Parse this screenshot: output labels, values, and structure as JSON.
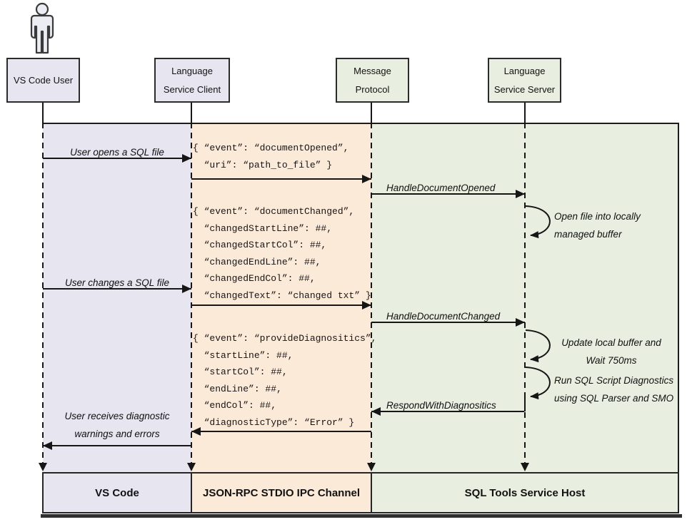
{
  "colors": {
    "lane_vscode": "#e7e6f0",
    "lane_ipc": "#fcead9",
    "lane_host": "#e9efe0"
  },
  "actors": {
    "user": {
      "label": "VS Code User"
    },
    "client": {
      "line1": "Language",
      "line2": "Service Client"
    },
    "protocol": {
      "line1": "Message",
      "line2": "Protocol"
    },
    "server": {
      "line1": "Language",
      "line2": "Service Server"
    }
  },
  "messages": {
    "open_file": "User opens a SQL file",
    "change_file": "User changes a SQL file",
    "receive_line1": "User receives diagnostic",
    "receive_line2": "warnings and errors",
    "handle_opened": "HandleDocumentOpened",
    "handle_changed": "HandleDocumentChanged",
    "respond_diagnostics": "RespondWithDiagnositics"
  },
  "notes": {
    "open_buffer_line1": "Open file into locally",
    "open_buffer_line2": "managed buffer",
    "update_buffer_line1": "Update local buffer and",
    "update_buffer_line2": "Wait 750ms",
    "run_diag_line1": "Run SQL Script Diagnostics",
    "run_diag_line2": "using SQL Parser and SMO"
  },
  "code": {
    "doc_opened": {
      "lines": [
        "{ “event”: “documentOpened”,",
        "  “uri”: “path_to_file” }"
      ]
    },
    "doc_changed": {
      "lines": [
        "{ “event”: “documentChanged”,",
        "  “changedStartLine”: ##,",
        "  “changedStartCol”: ##,",
        "  “changedEndLine”: ##,",
        "  “changedEndCol”: ##,",
        "  “changedText”: “changed txt” }"
      ]
    },
    "diagnostics": {
      "lines": [
        "{ “event”: “provideDiagnositics”,",
        "  “startLine”: ##,",
        "  “startCol”: ##,",
        "  “endLine”: ##,",
        "  “endCol”: ##,",
        "  “diagnosticType”: “Error” }"
      ]
    }
  },
  "footer": {
    "vscode": "VS Code",
    "ipc": "JSON-RPC STDIO IPC Channel",
    "host": "SQL Tools Service Host"
  }
}
